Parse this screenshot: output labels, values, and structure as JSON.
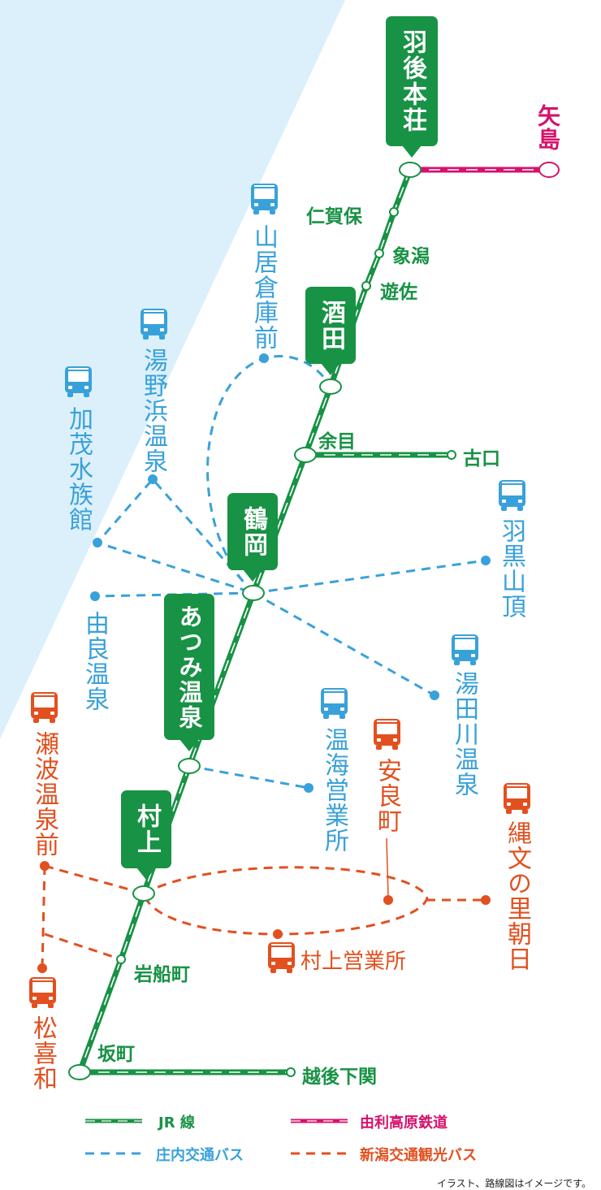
{
  "stations_main": {
    "ugohonjo": "羽後本荘",
    "sakata": "酒田",
    "tsuruoka": "鶴岡",
    "atsumi_onsen": "あつみ温泉",
    "murakami": "村上"
  },
  "stations_minor": {
    "yashima": "矢島",
    "nikaho": "仁賀保",
    "kisakata": "象潟",
    "yuza": "遊佐",
    "amarume": "余目",
    "furukuchi": "古口",
    "iwafunemachi": "岩船町",
    "sakamachi": "坂町",
    "echigo_shimoseki": "越後下関"
  },
  "stops_shonai": {
    "yamaikurako": "山居倉庫前",
    "yunohama": "湯野浜温泉",
    "kamo_aquarium": "加茂水族館",
    "haguro": "羽黒山頂",
    "yura": "由良温泉",
    "yutagawa": "湯田川温泉",
    "atsumi_office": "温海営業所"
  },
  "stops_niigata": {
    "senami": "瀬波温泉前",
    "arai": "安良町",
    "jomon": "縄文の里朝日",
    "matsukiwa": "松喜和",
    "murakami_office": "村上営業所"
  },
  "legend": {
    "jr": "JR 線",
    "yuri": "由利高原鉄道",
    "shonai": "庄内交通バス",
    "niigata": "新潟交通観光バス"
  },
  "note": "イラスト、路線図はイメージです。",
  "colors": {
    "jr_green": "#189245",
    "yuri_magenta": "#d6126b",
    "shonai_blue": "#39a1da",
    "niigata_orange": "#e2501f",
    "sea": "#dcf0fb"
  },
  "icons": [
    "bus-icon"
  ]
}
